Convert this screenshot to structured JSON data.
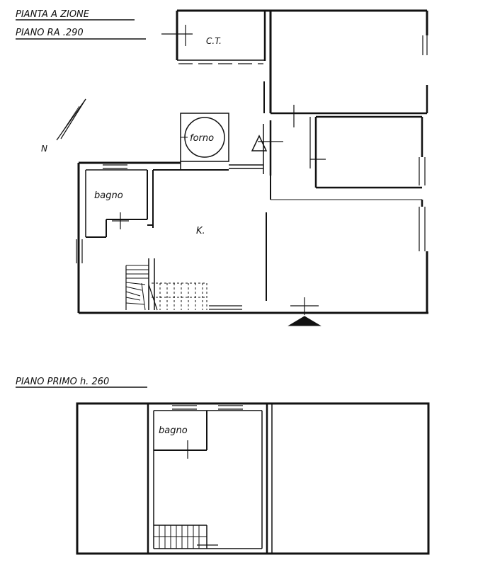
{
  "headings": {
    "ground_line1": "PIANTA A ZIONE",
    "ground_line2": "PIANO RA .290",
    "first_floor": "PIANO PRIMO h. 260"
  },
  "rooms": {
    "boiler": "C.T.",
    "oven": "forno",
    "bath_ground": "bagno",
    "kitchen": "K.",
    "bath_first": "bagno"
  },
  "compass": {
    "north_label": "N"
  }
}
